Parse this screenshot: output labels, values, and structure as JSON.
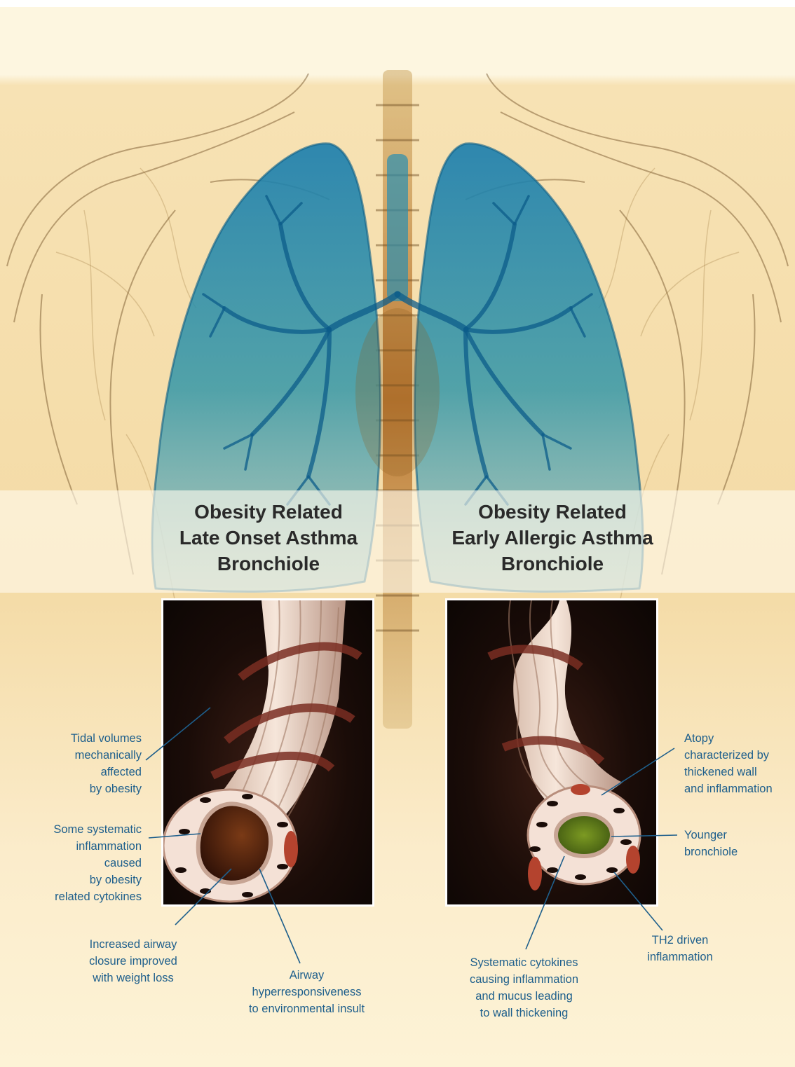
{
  "headings": {
    "left": [
      "Obesity Related",
      "Late Onset Asthma",
      "Bronchiole"
    ],
    "right": [
      "Obesity Related",
      "Early Allergic Asthma",
      "Bronchiole"
    ]
  },
  "callouts": {
    "tidal_volumes": [
      "Tidal volumes",
      "mechanically",
      "affected",
      "by obesity"
    ],
    "systematic_inflammation": [
      "Some systematic",
      "inflammation",
      "caused",
      "by obesity",
      "related cytokines"
    ],
    "airway_closure": [
      "Increased airway",
      "closure improved",
      "with weight loss"
    ],
    "hyperresponsiveness": [
      "Airway",
      "hyperresponsiveness",
      "to environmental insult"
    ],
    "atopy": [
      "Atopy",
      "characterized by",
      "thickened wall",
      "and inflammation"
    ],
    "younger_bronchiole": [
      "Younger",
      "bronchiole"
    ],
    "th2": [
      "TH2 driven",
      "inflammation"
    ],
    "systematic_cytokines": [
      "Systematic cytokines",
      "causing inflammation",
      "and mucus leading",
      "to wall thickening"
    ]
  },
  "colors": {
    "label_text": "#1e5f8c",
    "leader_line": "#1e5f8c",
    "heading_text": "#2a2a2a",
    "lung": "#1a7fa8",
    "background": "#fdf3d6"
  }
}
